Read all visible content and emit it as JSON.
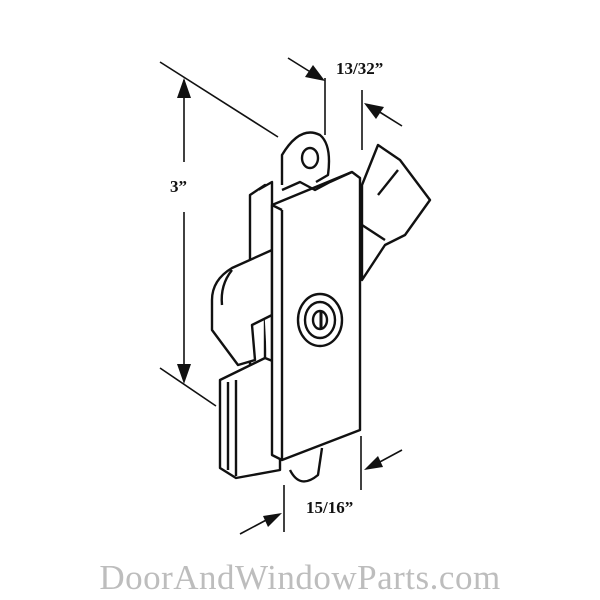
{
  "diagram": {
    "subject": "sliding door mortise lock with hook latch and thumb lever",
    "dimensions": {
      "height": "3”",
      "depth": "13/32”",
      "width": "15/16”"
    }
  },
  "watermark": "DoorAndWindowParts.com",
  "colors": {
    "line": "#111111",
    "watermark": "#bdbdbd",
    "background": "#ffffff"
  }
}
